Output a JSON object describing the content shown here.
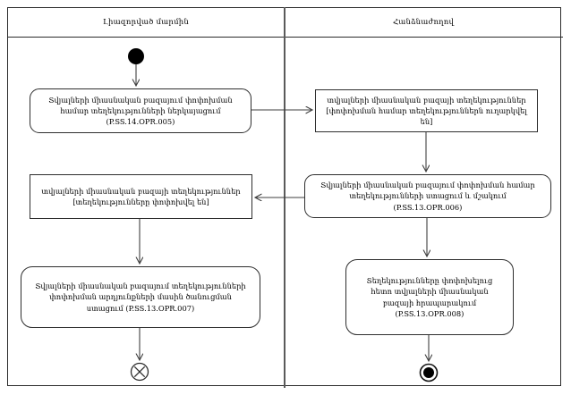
{
  "diagram": {
    "title": "activity-swimlane-diagram",
    "lanes": [
      {
        "id": "authorized-body",
        "label": "Լիազորված մարմին"
      },
      {
        "id": "commission",
        "label": "Հանձնաժողով"
      }
    ],
    "nodes": {
      "action1": {
        "lane": "authorized-body",
        "shape": "rounded-rect",
        "label": "Տվյալների միասնական բազայում փոփոխման համար տեղեկությունների ներկայացում (P.SS.14.OPR.005)"
      },
      "object1": {
        "lane": "commission",
        "shape": "rect",
        "label": "տվյալների միասնական բազայի տեղեկություններ [փոփոխման համար տեղեկություններն ուղարկվել են]"
      },
      "action2": {
        "lane": "commission",
        "shape": "rounded-rect",
        "label": "Տվյալների միասնական բազայում փոփոխման համար տեղեկությունների ստացում և մշակում (P.SS.13.OPR.006)"
      },
      "object2": {
        "lane": "authorized-body",
        "shape": "rect",
        "label": "տվյալների միասնական բազայի տեղեկություններ [տեղեկությունները փոփոխվել են]"
      },
      "action3": {
        "lane": "authorized-body",
        "shape": "rounded-rect",
        "label": "Տվյալների միասնական բազայում տեղեկությունների փոփոխման արդյունքների մասին ծանուցման ստացում (P.SS.13.OPR.007)"
      },
      "action4": {
        "lane": "commission",
        "shape": "rounded-rect",
        "label": "Տեղեկությունները փոփոխելուց հետո տվյալների միասնական բազայի հրապարակում (P.SS.13.OPR.008)"
      }
    },
    "terminals": {
      "start": "initial-node",
      "flow_final": "circle-with-x",
      "activity_final": "bullseye"
    },
    "edges": [
      {
        "from": "start",
        "to": "action1"
      },
      {
        "from": "action1",
        "to": "object1"
      },
      {
        "from": "object1",
        "to": "action2"
      },
      {
        "from": "action2",
        "to": "object2"
      },
      {
        "from": "object2",
        "to": "action3"
      },
      {
        "from": "action2",
        "to": "action4"
      },
      {
        "from": "action3",
        "to": "flow_final"
      },
      {
        "from": "action4",
        "to": "activity_final"
      }
    ],
    "colors": {
      "background": "#ffffff",
      "border": "#2b2b2b",
      "lane_divider": "#5a5a5a",
      "edge": "#3f3f3f",
      "text": "#000000"
    }
  }
}
